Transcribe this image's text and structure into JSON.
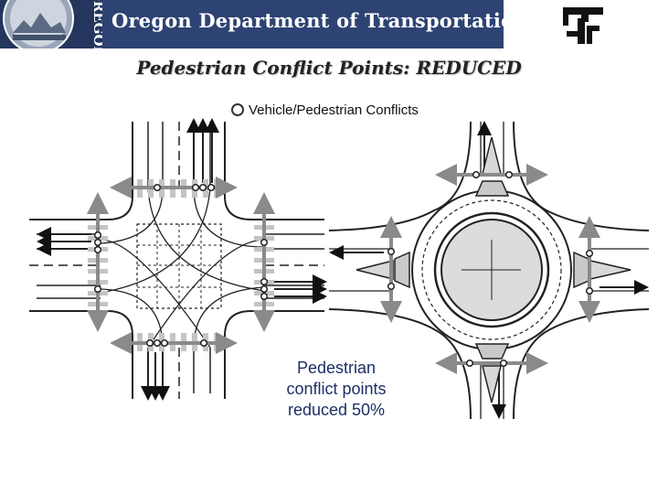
{
  "header": {
    "agency": "Oregon Department of Transportation",
    "seal_text": "OREGON"
  },
  "title": "Pedestrian Conflict Points: REDUCED",
  "legend": {
    "label": "Vehicle/Pedestrian Conflicts"
  },
  "callout": {
    "line1": "Pedestrian",
    "line2": "conflict points",
    "line3": "reduced 50%"
  },
  "colors": {
    "header_bg": "#2d4373",
    "crosswalk": "#9a9a9a",
    "island": "#c9c9c9",
    "text_blue": "#1d2f66"
  },
  "icons": {
    "logo": "odot-logo-icon",
    "seal": "state-seal-icon",
    "conflict": "conflict-point-icon"
  }
}
